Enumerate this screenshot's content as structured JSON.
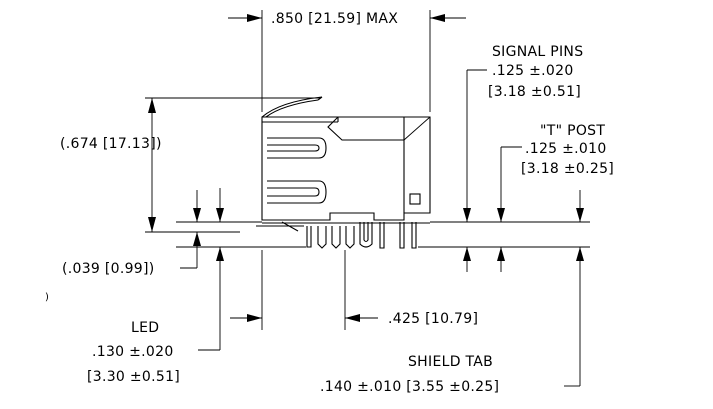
{
  "dims": {
    "width": {
      "value": ".850 [21.59] MAX"
    },
    "height": {
      "value": "(.674 [17.13])"
    },
    "standoff": {
      "value": "(.039 [0.99])"
    },
    "offset": {
      "value": ".425 [10.79]"
    }
  },
  "callouts": {
    "signal_pins": {
      "title": "SIGNAL PINS",
      "inch": ".125  ±.020",
      "mm": "[3.18  ±0.51]"
    },
    "t_post": {
      "title": "\"T\"  POST",
      "inch": ".125  ±.010",
      "mm": "[3.18  ±0.25]"
    },
    "led": {
      "title": "LED",
      "inch": ".130  ±.020",
      "mm": "[3.30  ±0.51]"
    },
    "shield_tab": {
      "title": "SHIELD TAB",
      "line": ".140  ±.010  [3.55  ±0.25]"
    }
  },
  "stray_mark": ")"
}
